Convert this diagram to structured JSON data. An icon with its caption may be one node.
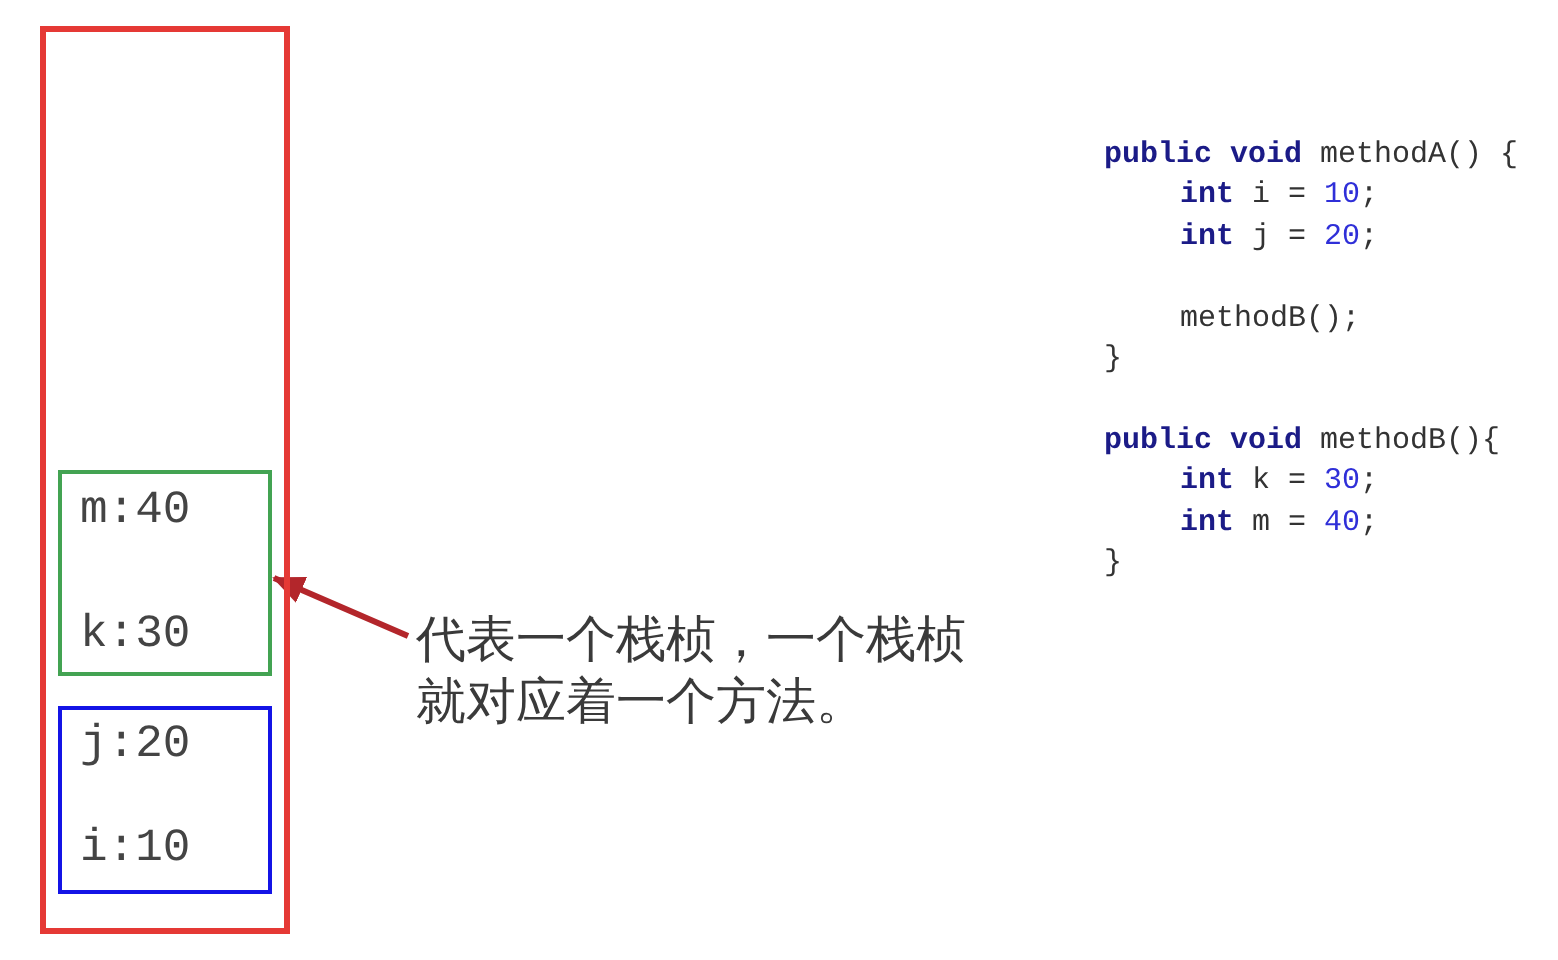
{
  "diagram": {
    "nodes": [
      {
        "text": [],
        "shape": "box"
      },
      {
        "text": [
          "m:40",
          "k:30"
        ],
        "in": 0
      },
      {
        "text": [
          "j:20",
          "i:10"
        ],
        "in": 0
      },
      {
        "text": [
          "代表一个栈桢，一个栈桢就对应着一个方法。"
        ]
      }
    ],
    "edges": [
      {
        "from": 3,
        "to": 1,
        "arrow": "to",
        "color": "#b3262b"
      }
    ],
    "labels": [
      "**public void** methodA() {",
      "**int** i = 10;",
      "**int** j = 20;",
      "methodB();",
      "}",
      "**public void** methodB(){",
      "**int** k = 30;",
      "**int** m = 40;",
      "}"
    ]
  }
}
